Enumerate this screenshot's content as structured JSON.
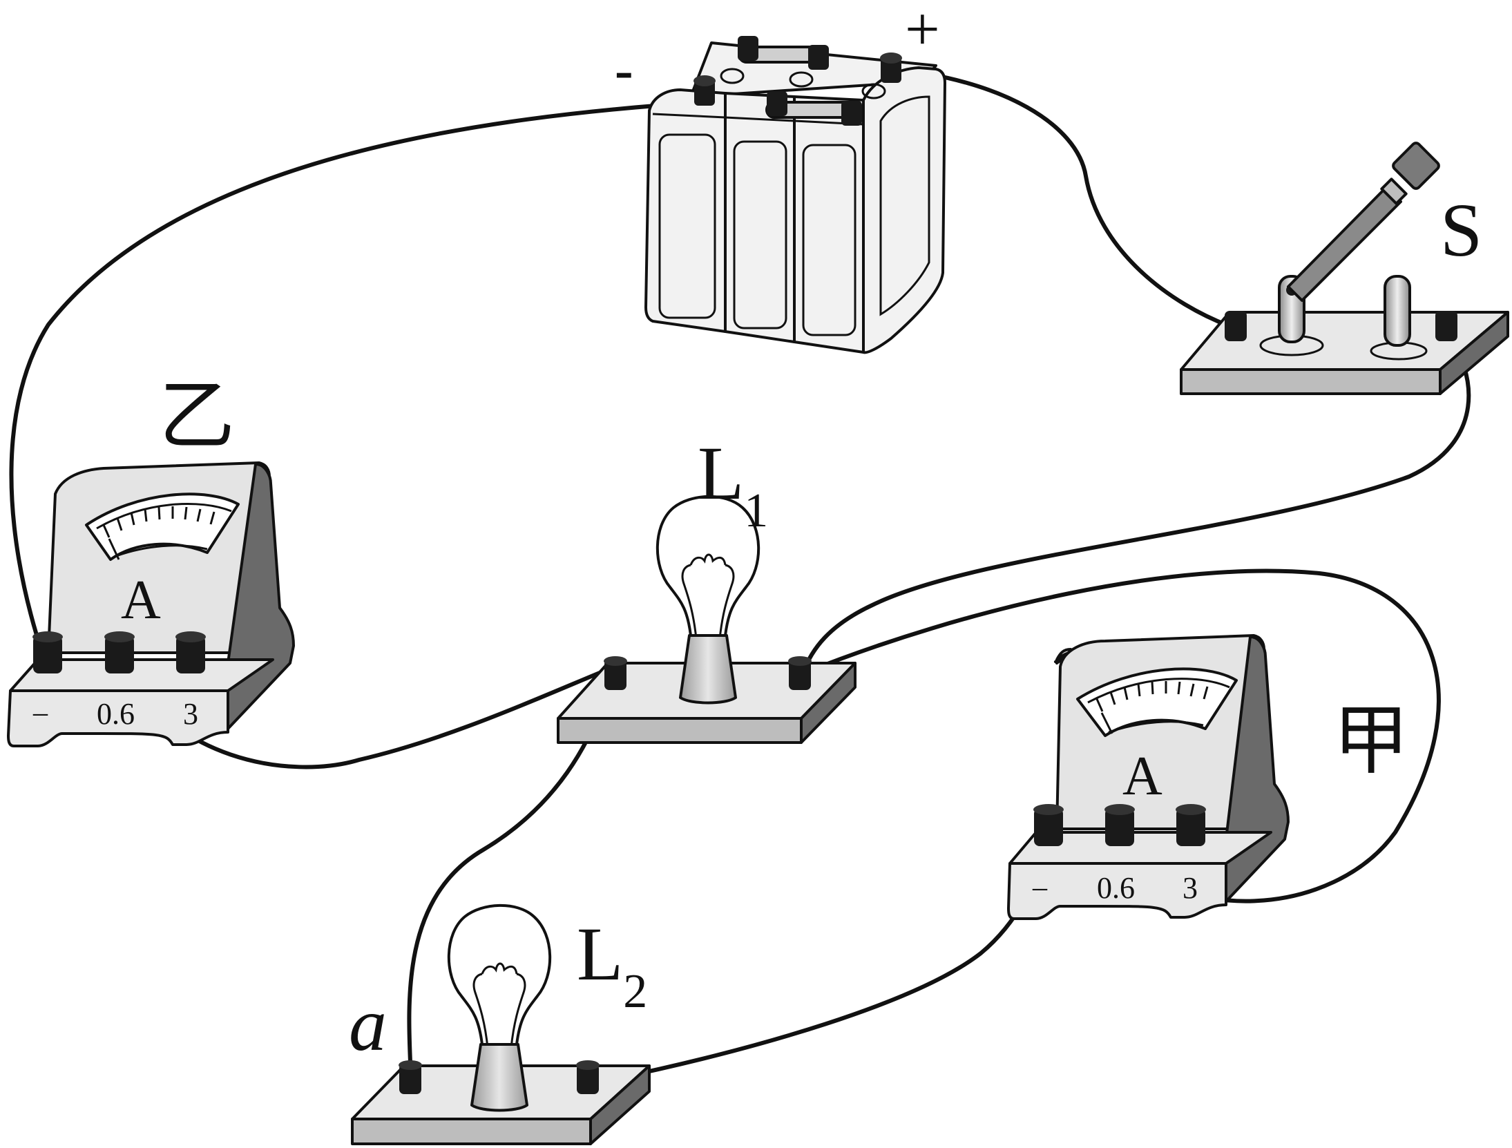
{
  "labels": {
    "battery_minus": "-",
    "battery_plus": "+",
    "switch": "S",
    "ammeter_yi_name": "乙",
    "ammeter_jia_name": "甲",
    "lamp1_letter": "L",
    "lamp1_sub": "1",
    "lamp2_letter": "L",
    "lamp2_sub": "2",
    "point_a": "a",
    "ammeter_yi_symbol": "A",
    "ammeter_jia_symbol": "A",
    "terminals_yi": {
      "neg": "–",
      "low": "0.6",
      "high": "3"
    },
    "terminals_jia": {
      "neg": "–",
      "low": "0.6",
      "high": "3"
    }
  },
  "colors": {
    "body_light": "#e4e4e4",
    "body_mid": "#bdbdbd",
    "body_dark": "#6a6a6a",
    "terminal": "#1a1a1a",
    "wire": "#111111"
  }
}
